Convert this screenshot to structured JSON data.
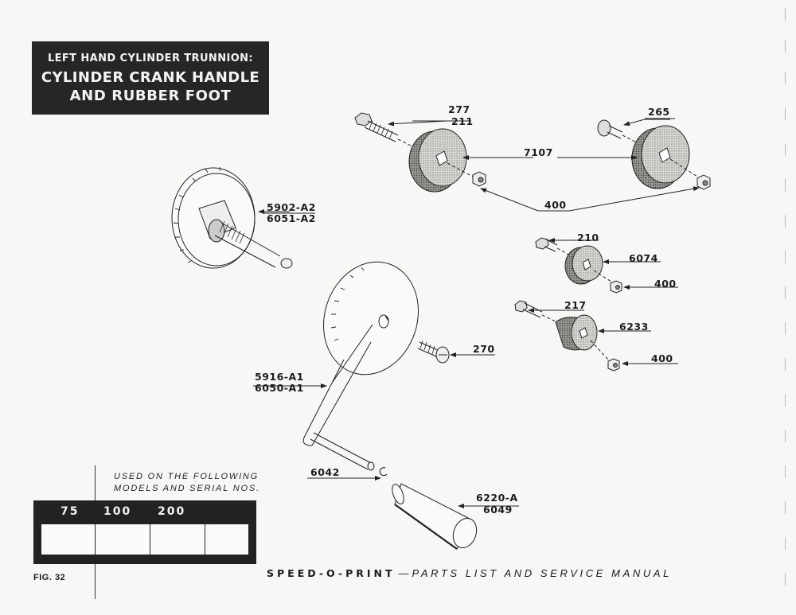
{
  "title_block": {
    "line1": "LEFT HAND CYLINDER TRUNNION:",
    "line2": "CYLINDER CRANK HANDLE",
    "line3": "AND RUBBER FOOT"
  },
  "part_labels": {
    "p277": "277",
    "p211": "211",
    "p265": "265",
    "p7107": "7107",
    "p400_top": "400",
    "p5902": "5902-A2",
    "p6051": "6051-A2",
    "p210": "210",
    "p6074": "6074",
    "p400_mid": "400",
    "p217": "217",
    "p6233": "6233",
    "p400_low": "400",
    "p270": "270",
    "p5916": "5916-A1",
    "p6050": "6050-A1",
    "p6042": "6042",
    "p6220": "6220-A",
    "p6049": "6049"
  },
  "models_block": {
    "caption_line1": "USED ON THE FOLLOWING",
    "caption_line2": "MODELS AND SERIAL NOS.",
    "models": [
      "75",
      "100",
      "200"
    ]
  },
  "figure_label": "FIG. 32",
  "footer": {
    "brand": "SPEED-O-PRINT",
    "dash": "—",
    "subtitle": "PARTS LIST AND SERVICE MANUAL"
  },
  "colors": {
    "ink": "#1a1a1a",
    "paper": "#f7f7f5",
    "block": "#262626"
  }
}
